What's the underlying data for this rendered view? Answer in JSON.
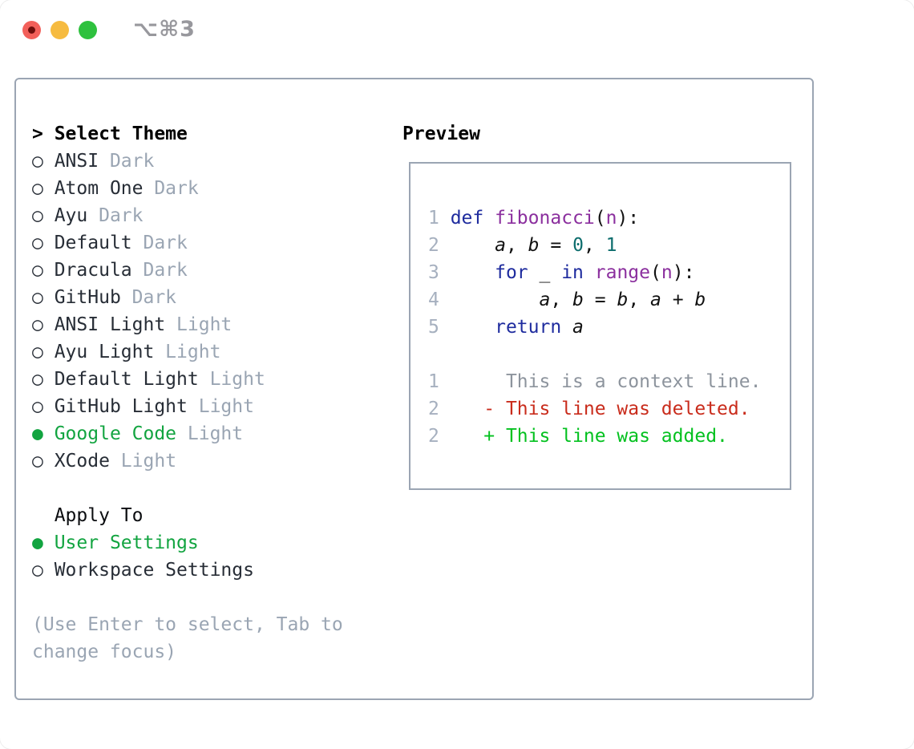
{
  "window": {
    "title": "⌥⌘3"
  },
  "titlebar": {
    "buttons": [
      {
        "name": "close-button",
        "color": "#f2605a"
      },
      {
        "name": "minimize-button",
        "color": "#f6bb40"
      },
      {
        "name": "zoom-button",
        "color": "#2ec13e"
      }
    ]
  },
  "theme_panel": {
    "prompt": ">",
    "title": "Select Theme",
    "radio_selected": "●",
    "radio_unselected": "○",
    "themes": [
      {
        "name": "ANSI",
        "variant": "Dark",
        "selected": false
      },
      {
        "name": "Atom One",
        "variant": "Dark",
        "selected": false
      },
      {
        "name": "Ayu",
        "variant": "Dark",
        "selected": false
      },
      {
        "name": "Default",
        "variant": "Dark",
        "selected": false
      },
      {
        "name": "Dracula",
        "variant": "Dark",
        "selected": false
      },
      {
        "name": "GitHub",
        "variant": "Dark",
        "selected": false
      },
      {
        "name": "ANSI Light",
        "variant": "Light",
        "selected": false
      },
      {
        "name": "Ayu Light",
        "variant": "Light",
        "selected": false
      },
      {
        "name": "Default Light",
        "variant": "Light",
        "selected": false
      },
      {
        "name": "GitHub Light",
        "variant": "Light",
        "selected": false
      },
      {
        "name": "Google Code",
        "variant": "Light",
        "selected": true
      },
      {
        "name": "XCode",
        "variant": "Light",
        "selected": false
      }
    ],
    "apply_to": {
      "title": "Apply To",
      "options": [
        {
          "name": "User Settings",
          "selected": true
        },
        {
          "name": "Workspace Settings",
          "selected": false
        }
      ]
    },
    "help_lines": [
      "(Use Enter to select, Tab to",
      "change focus)"
    ]
  },
  "preview": {
    "label": "Preview",
    "code_lines": [
      {
        "tokens": [
          [
            "gut",
            "1 "
          ],
          [
            "kw",
            "def"
          ],
          [
            "pl",
            " "
          ],
          [
            "fn",
            "fibonacci"
          ],
          [
            "pl",
            "("
          ],
          [
            "fn",
            "n"
          ],
          [
            "pl",
            "):"
          ]
        ]
      },
      {
        "tokens": [
          [
            "gut",
            "2 "
          ],
          [
            "pl",
            "    "
          ],
          [
            "var",
            "a"
          ],
          [
            "pl",
            ", "
          ],
          [
            "var",
            "b"
          ],
          [
            "pl",
            " = "
          ],
          [
            "num",
            "0"
          ],
          [
            "pl",
            ", "
          ],
          [
            "num",
            "1"
          ]
        ]
      },
      {
        "tokens": [
          [
            "gut",
            "3 "
          ],
          [
            "pl",
            "    "
          ],
          [
            "kw",
            "for"
          ],
          [
            "pl",
            " _ "
          ],
          [
            "kw",
            "in"
          ],
          [
            "pl",
            " "
          ],
          [
            "fn",
            "range"
          ],
          [
            "pl",
            "("
          ],
          [
            "fn",
            "n"
          ],
          [
            "pl",
            "):"
          ]
        ]
      },
      {
        "tokens": [
          [
            "gut",
            "4 "
          ],
          [
            "pl",
            "        "
          ],
          [
            "var",
            "a"
          ],
          [
            "pl",
            ", "
          ],
          [
            "var",
            "b"
          ],
          [
            "pl",
            " = "
          ],
          [
            "var",
            "b"
          ],
          [
            "pl",
            ", "
          ],
          [
            "var",
            "a"
          ],
          [
            "pl",
            " + "
          ],
          [
            "var",
            "b"
          ]
        ]
      },
      {
        "tokens": [
          [
            "gut",
            "5 "
          ],
          [
            "pl",
            "    "
          ],
          [
            "kw",
            "return"
          ],
          [
            "pl",
            " "
          ],
          [
            "var",
            "a"
          ]
        ]
      },
      {
        "tokens": []
      },
      {
        "tokens": [
          [
            "gut",
            "1"
          ],
          [
            "ctx",
            "      This is a context line."
          ]
        ]
      },
      {
        "tokens": [
          [
            "gut",
            "2"
          ],
          [
            "del",
            "    - This line was deleted."
          ]
        ]
      },
      {
        "tokens": [
          [
            "gut",
            "2"
          ],
          [
            "add",
            "    + This line was added."
          ]
        ]
      }
    ]
  },
  "colors": {
    "panel_border": "#9ba5b3",
    "selection_green": "#12a440",
    "diff_added_green": "#03c11f",
    "diff_deleted_red": "#c92c1c",
    "keyword_blue": "#1e2b9e",
    "function_purple": "#8b2f9e",
    "literal_teal": "#0d6d6d",
    "muted_gray": "#9aa5b3",
    "title_gray": "#98989d"
  }
}
